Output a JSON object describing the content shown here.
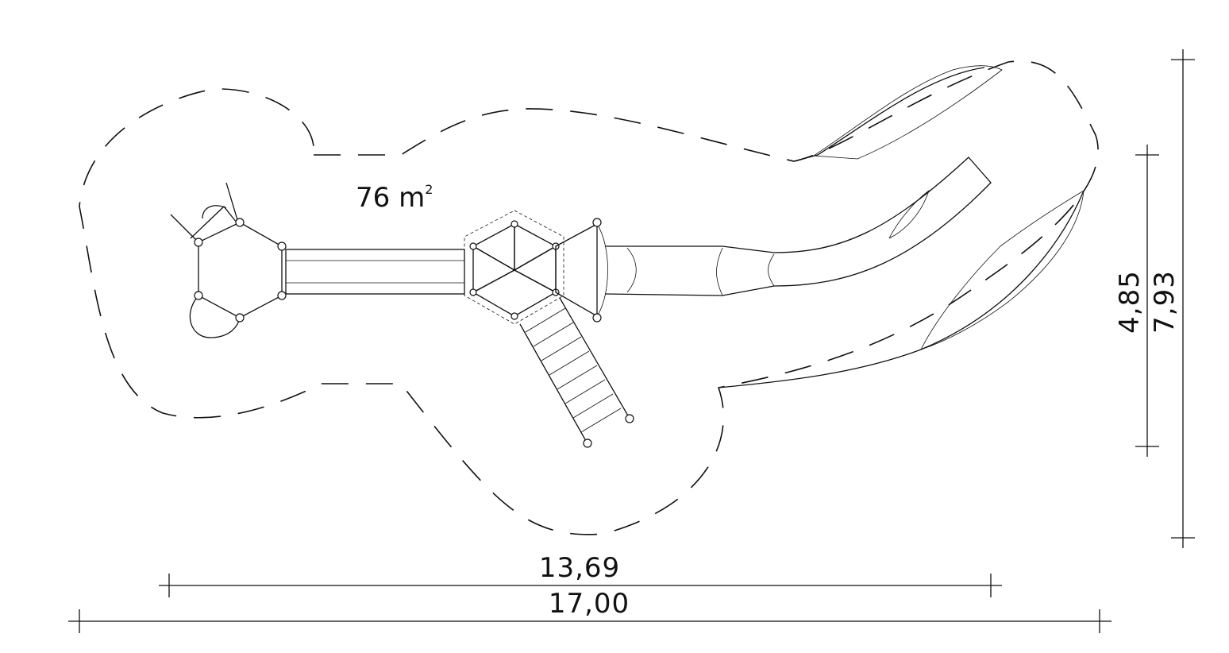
{
  "drawing": {
    "area": {
      "value": "76 m",
      "unit_superscript": "2"
    },
    "dimensions": {
      "inner_width": "13,69",
      "outer_width": "17,00",
      "inner_height": "4,85",
      "outer_height": "7,93"
    }
  }
}
